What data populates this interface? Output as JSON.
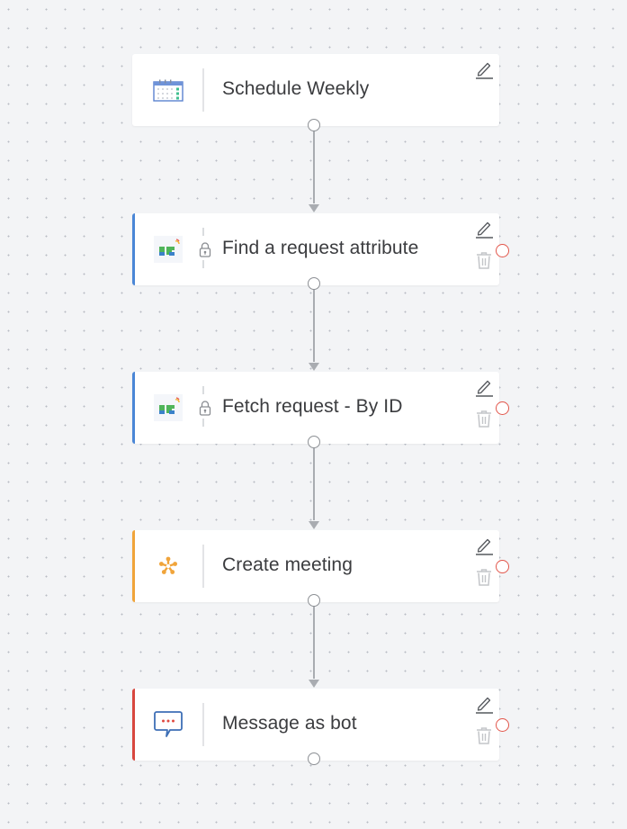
{
  "workflow": {
    "nodes": [
      {
        "id": "schedule",
        "title": "Schedule Weekly",
        "icon": "calendar-icon",
        "accent": null,
        "locked": false,
        "editable": true,
        "deletable": false
      },
      {
        "id": "find-attr",
        "title": "Find a request attribute",
        "icon": "servicedesk-icon",
        "accent": "#4a86d6",
        "locked": true,
        "editable": true,
        "deletable": true
      },
      {
        "id": "fetch-req",
        "title": "Fetch request - By ID",
        "icon": "servicedesk-icon",
        "accent": "#4a86d6",
        "locked": true,
        "editable": true,
        "deletable": true
      },
      {
        "id": "create-meeting",
        "title": "Create meeting",
        "icon": "meeting-icon",
        "accent": "#f0a43a",
        "locked": false,
        "editable": true,
        "deletable": true
      },
      {
        "id": "message-bot",
        "title": "Message as bot",
        "icon": "chat-bot-icon",
        "accent": "#d8473f",
        "locked": false,
        "editable": true,
        "deletable": true
      }
    ]
  },
  "colors": {
    "canvas_bg": "#f3f4f6",
    "card_bg": "#ffffff",
    "text": "#3b3c3f",
    "connector": "#a9acb1",
    "error_port": "#e2564b",
    "blue_accent": "#4a86d6",
    "orange_accent": "#f0a43a",
    "red_accent": "#d8473f"
  }
}
